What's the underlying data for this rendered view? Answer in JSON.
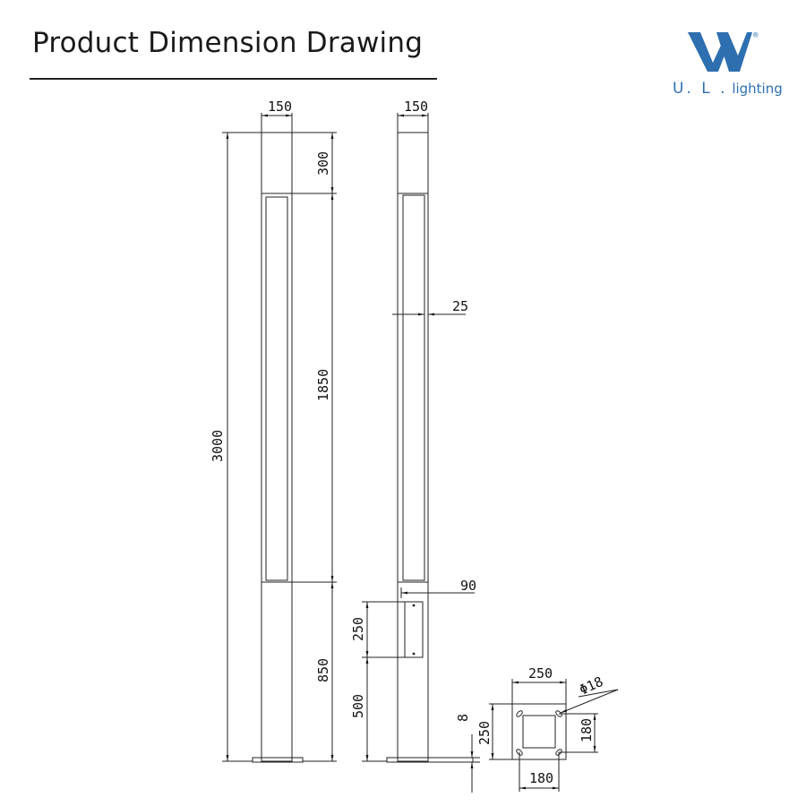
{
  "header": {
    "title": "Product Dimension Drawing"
  },
  "brand": {
    "logo_mark": "W",
    "registered": "®",
    "name_ul": "U. L .",
    "name_rest": "lighting",
    "color": "#2e6fb0"
  },
  "dimensions": {
    "front_width": "150",
    "top_head": "300",
    "light_window": "1850",
    "lower_section": "850",
    "total_height": "3000",
    "side_width": "150",
    "window_depth": "25",
    "door_offset": "90",
    "door_height": "250",
    "door_from_base": "500",
    "base_thickness": "8",
    "base_width": "250",
    "base_depth": "250",
    "hole_spacing_x": "180",
    "hole_spacing_y": "180",
    "hole_diameter": "Φ18"
  }
}
